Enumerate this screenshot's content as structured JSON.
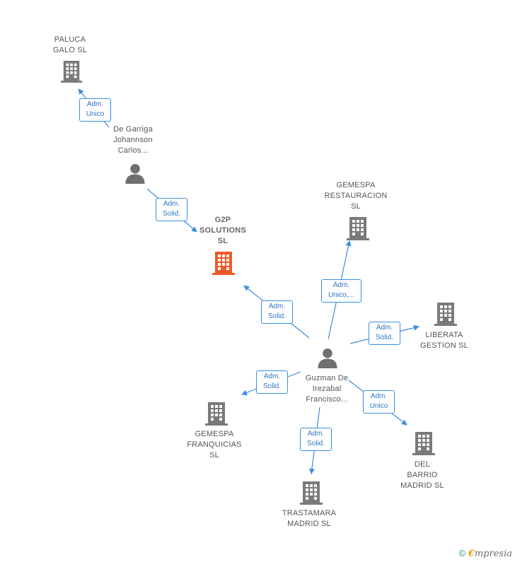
{
  "colors": {
    "company": "#7a7a7a",
    "focal": "#f05a28",
    "person": "#6f6f6f",
    "edge": "#3a8ee0"
  },
  "nodes": {
    "paluca": {
      "label": "PALUCA\nGALO  SL",
      "type": "company"
    },
    "de_garriga": {
      "label": "De Garriga\nJohannson\nCarlos...",
      "type": "person"
    },
    "g2p": {
      "label": "G2P\nSOLUTIONS\nSL",
      "type": "focal"
    },
    "gemespa_rest": {
      "label": "GEMESPA\nRESTAURACION\nSL",
      "type": "company"
    },
    "liberata": {
      "label": "LIBERATA\nGESTION  SL",
      "type": "company"
    },
    "guzman": {
      "label": "Guzman De\nIrezabal\nFrancisco...",
      "type": "person"
    },
    "gemespa_fra": {
      "label": "GEMESPA\nFRANQUICIAS\nSL",
      "type": "company"
    },
    "del_barrio": {
      "label": "DEL\nBARRIO\nMADRID  SL",
      "type": "company"
    },
    "trastamara": {
      "label": "TRASTAMARA\nMADRID  SL",
      "type": "company"
    }
  },
  "edges": {
    "e1": {
      "label": "Adm.\nUnico"
    },
    "e2": {
      "label": "Adm.\nSolid."
    },
    "e3": {
      "label": "Adm.\nUnico,..."
    },
    "e4": {
      "label": "Adm.\nSolid."
    },
    "e5": {
      "label": "Adm.\nSolid."
    },
    "e6": {
      "label": "Adm.\nSolid."
    },
    "e7": {
      "label": "Adm.\nUnico"
    },
    "e8": {
      "label": "Adm.\nSolid."
    }
  },
  "footer": {
    "copyright": "©",
    "brand_initial": "€",
    "brand_rest": "mpresia"
  }
}
